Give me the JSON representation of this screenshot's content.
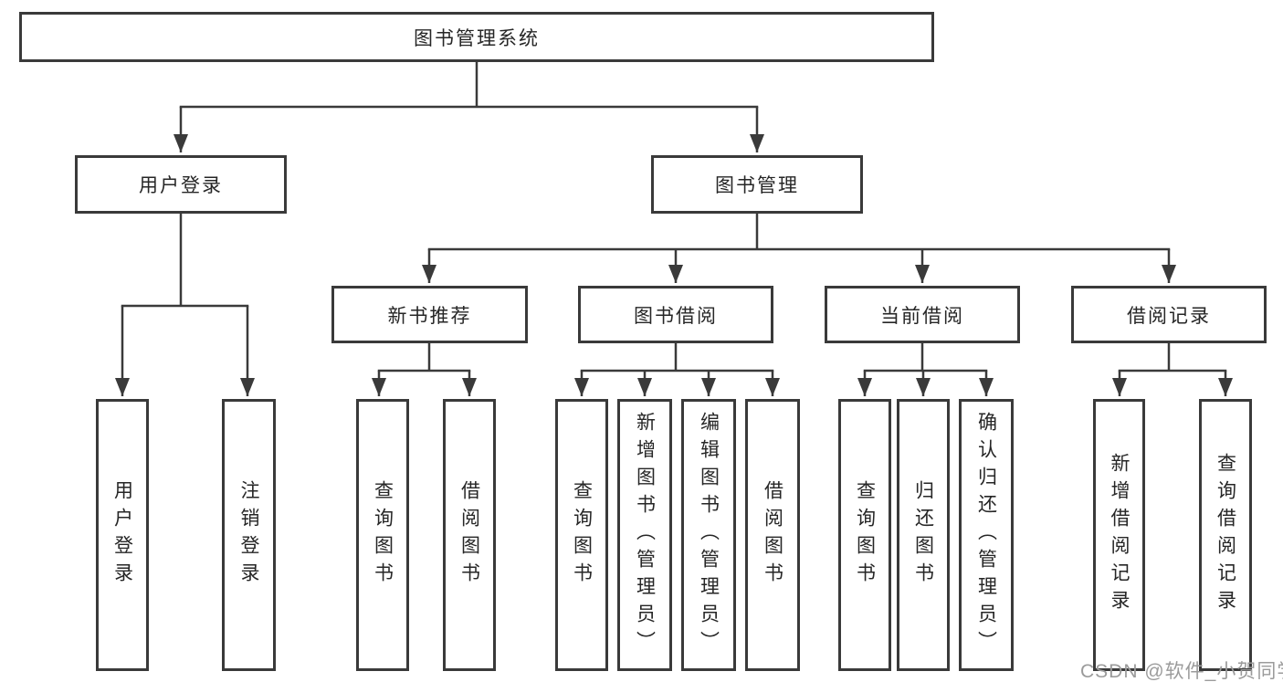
{
  "diagram": {
    "root": {
      "label": "图书管理系统"
    },
    "login_branch": {
      "label": "用户登录",
      "children": [
        "用户登录",
        "注销登录"
      ]
    },
    "manage_branch": {
      "label": "图书管理",
      "groups": [
        {
          "label": "新书推荐",
          "children": [
            "查询图书",
            "借阅图书"
          ]
        },
        {
          "label": "图书借阅",
          "children": [
            "查询图书",
            "新增图书（管理员）",
            "编辑图书（管理员）",
            "借阅图书"
          ]
        },
        {
          "label": "当前借阅",
          "children": [
            "查询图书",
            "归还图书",
            "确认归还（管理员）"
          ]
        },
        {
          "label": "借阅记录",
          "children": [
            "新增借阅记录",
            "查询借阅记录"
          ]
        }
      ]
    }
  },
  "watermark": {
    "text": "CSDN @软件_小贺同学"
  },
  "colors": {
    "line": "#3a3a3a",
    "text": "#262626",
    "watermark": "#9b9b9b",
    "background": "#ffffff"
  }
}
